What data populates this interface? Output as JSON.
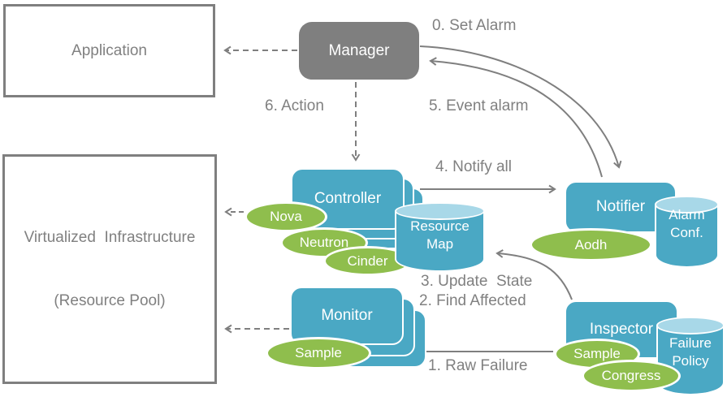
{
  "diagram": {
    "colors": {
      "node_blue": "#4AA8C4",
      "node_green": "#8FBE4D",
      "cylinder_top": "#A8D8E8",
      "manager_gray": "#7F7F7F",
      "label_gray": "#808080",
      "white": "#FFFFFF"
    },
    "nodes": {
      "application": {
        "label": "Application"
      },
      "manager": {
        "label": "Manager"
      },
      "virtualized_infrastructure": {
        "line1": "Virtualized  Infrastructure",
        "line2": "(Resource Pool)"
      },
      "controller": {
        "label": "Controller"
      },
      "monitor": {
        "label": "Monitor"
      },
      "notifier": {
        "label": "Notifier"
      },
      "inspector": {
        "label": "Inspector"
      },
      "resource_map": {
        "line1": "Resource",
        "line2": "Map"
      },
      "alarm_conf": {
        "line1": "Alarm",
        "line2": "Conf."
      },
      "failure_policy": {
        "line1": "Failure",
        "line2": "Policy"
      },
      "nova": {
        "label": "Nova"
      },
      "neutron": {
        "label": "Neutron"
      },
      "cinder": {
        "label": "Cinder"
      },
      "sample_monitor": {
        "label": "Sample"
      },
      "aodh": {
        "label": "Aodh"
      },
      "sample_inspector": {
        "label": "Sample"
      },
      "congress": {
        "label": "Congress"
      }
    },
    "edges": {
      "set_alarm": "0. Set Alarm",
      "event_alarm": "5. Event alarm",
      "action": "6. Action",
      "notify_all": "4. Notify all",
      "update_state": "3. Update  State",
      "find_affected": "2. Find Affected",
      "raw_failure": "1. Raw Failure"
    }
  }
}
